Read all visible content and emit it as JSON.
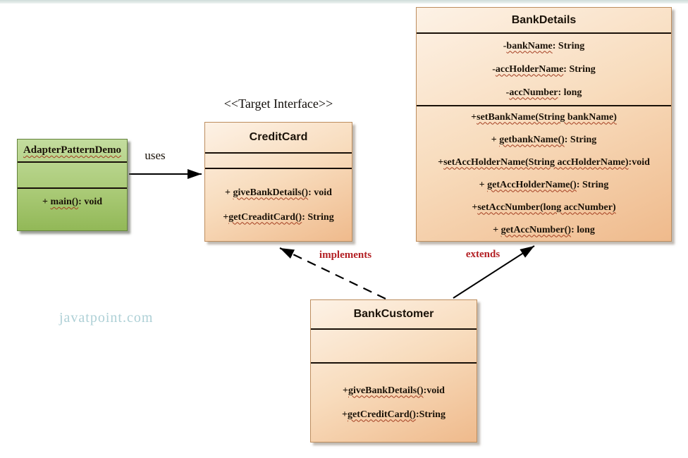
{
  "watermark": "javatpoint.com",
  "stereotype": {
    "text": "<<Target Interface>>"
  },
  "relationships": {
    "uses": {
      "label": "uses",
      "style": "solid"
    },
    "implements": {
      "label": "implements",
      "style": "dashed",
      "color": "#b32024"
    },
    "extends": {
      "label": "extends",
      "style": "solid",
      "color": "#b32024"
    }
  },
  "colors": {
    "orange_box_light": "#fdf2e6",
    "orange_box_dark": "#efba8c",
    "orange_border": "#bd8d5e",
    "green_box_light": "#c3dc9e",
    "green_box_dark": "#92b857",
    "green_border": "#64823d",
    "divider": "#191008",
    "squiggle": "#a33d20",
    "relationship_label": "#b32024",
    "watermark": "#aed0d6",
    "top_bar": "#cfdcd9",
    "arrow": "#000000"
  },
  "classes": {
    "adapter_pattern_demo": {
      "title": "AdapterPatternDemo",
      "title_squiggle": true,
      "attributes": [],
      "methods": [
        [
          {
            "t": "+ ",
            "u": false
          },
          {
            "t": "main()",
            "u": true
          },
          {
            "t": ": void",
            "u": false
          }
        ]
      ]
    },
    "credit_card": {
      "title": "CreditCard",
      "title_squiggle": false,
      "attributes": [],
      "methods": [
        [
          {
            "t": "+ ",
            "u": false
          },
          {
            "t": "giveBankDetails()",
            "u": true
          },
          {
            "t": ": void",
            "u": false
          }
        ],
        [
          {
            "t": "+",
            "u": false
          },
          {
            "t": "getCreaditCard()",
            "u": true
          },
          {
            "t": ": String",
            "u": false
          }
        ]
      ]
    },
    "bank_details": {
      "title": "BankDetails",
      "title_squiggle": false,
      "attributes": [
        [
          {
            "t": "-",
            "u": false
          },
          {
            "t": "bankName",
            "u": true
          },
          {
            "t": ": String",
            "u": false
          }
        ],
        [
          {
            "t": "-",
            "u": false
          },
          {
            "t": "accHolderName",
            "u": true
          },
          {
            "t": ": String",
            "u": false
          }
        ],
        [
          {
            "t": "-",
            "u": false
          },
          {
            "t": "accNumber",
            "u": true
          },
          {
            "t": ": long",
            "u": false
          }
        ]
      ],
      "methods": [
        [
          {
            "t": "+",
            "u": false
          },
          {
            "t": "setBankName(String bankName)",
            "u": true
          }
        ],
        [
          {
            "t": "+ ",
            "u": false
          },
          {
            "t": "getbankName()",
            "u": true
          },
          {
            "t": ": String",
            "u": false
          }
        ],
        [
          {
            "t": "+",
            "u": false
          },
          {
            "t": "setAccHolderName(String accHolderName)",
            "u": true
          },
          {
            "t": ":void",
            "u": false
          }
        ],
        [
          {
            "t": "+ ",
            "u": false
          },
          {
            "t": "getAccHolderName()",
            "u": true
          },
          {
            "t": ": String",
            "u": false
          }
        ],
        [
          {
            "t": "+",
            "u": false
          },
          {
            "t": "setAccNumber(long accNumber)",
            "u": true
          }
        ],
        [
          {
            "t": "+ ",
            "u": false
          },
          {
            "t": "getAccNumber()",
            "u": true
          },
          {
            "t": ": long",
            "u": false
          }
        ]
      ]
    },
    "bank_customer": {
      "title": "BankCustomer",
      "title_squiggle": false,
      "attributes": [],
      "methods": [
        [
          {
            "t": "+",
            "u": false
          },
          {
            "t": "giveBankDetails()",
            "u": true
          },
          {
            "t": ":void",
            "u": false
          }
        ],
        [
          {
            "t": "+",
            "u": false
          },
          {
            "t": "getCreditCard()",
            "u": true
          },
          {
            "t": ":String",
            "u": false
          }
        ]
      ]
    }
  }
}
